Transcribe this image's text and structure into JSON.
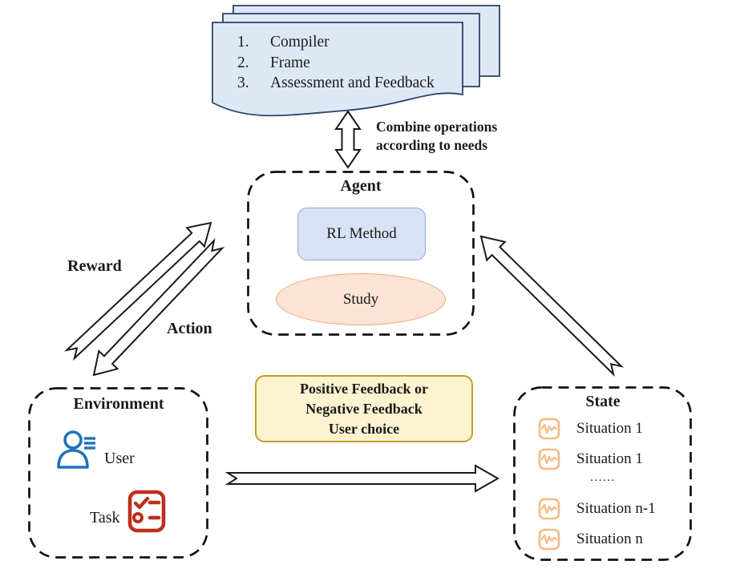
{
  "documents": {
    "entries": [
      {
        "num": "1.",
        "label": "Compiler"
      },
      {
        "num": "2.",
        "label": "Frame"
      },
      {
        "num": "3.",
        "label": "Assessment and Feedback"
      }
    ]
  },
  "combine_note": {
    "line1": "Combine operations",
    "line2": "according to needs"
  },
  "agent": {
    "title": "Agent",
    "rl_method_label": "RL Method",
    "study_label": "Study"
  },
  "arrows": {
    "reward_label": "Reward",
    "action_label": "Action"
  },
  "environment": {
    "title": "Environment",
    "user_label": "User",
    "task_label": "Task"
  },
  "feedback_box": {
    "line1": "Positive Feedback or",
    "line2": "Negative Feedback",
    "line3": "User choice"
  },
  "state": {
    "title": "State",
    "items": [
      "Situation 1",
      "Situation 1",
      "......",
      "Situation n-1",
      "Situation n"
    ]
  },
  "colors": {
    "document_fill": "#DEE8F5",
    "document_border": "#29436B",
    "rl_method_fill": "#D9E2F5",
    "rl_method_border": "#8FAADC",
    "study_fill": "#FBE3D6",
    "study_border": "#F2A56E",
    "feedback_fill": "#FDF3D0",
    "feedback_border": "#C49B26",
    "situation_icon": "#F5BA82",
    "user_icon": "#2272B9",
    "task_icon": "#BE2E1C",
    "dashed_box": "#111111",
    "arrow_outline": "#1A1A1A"
  }
}
